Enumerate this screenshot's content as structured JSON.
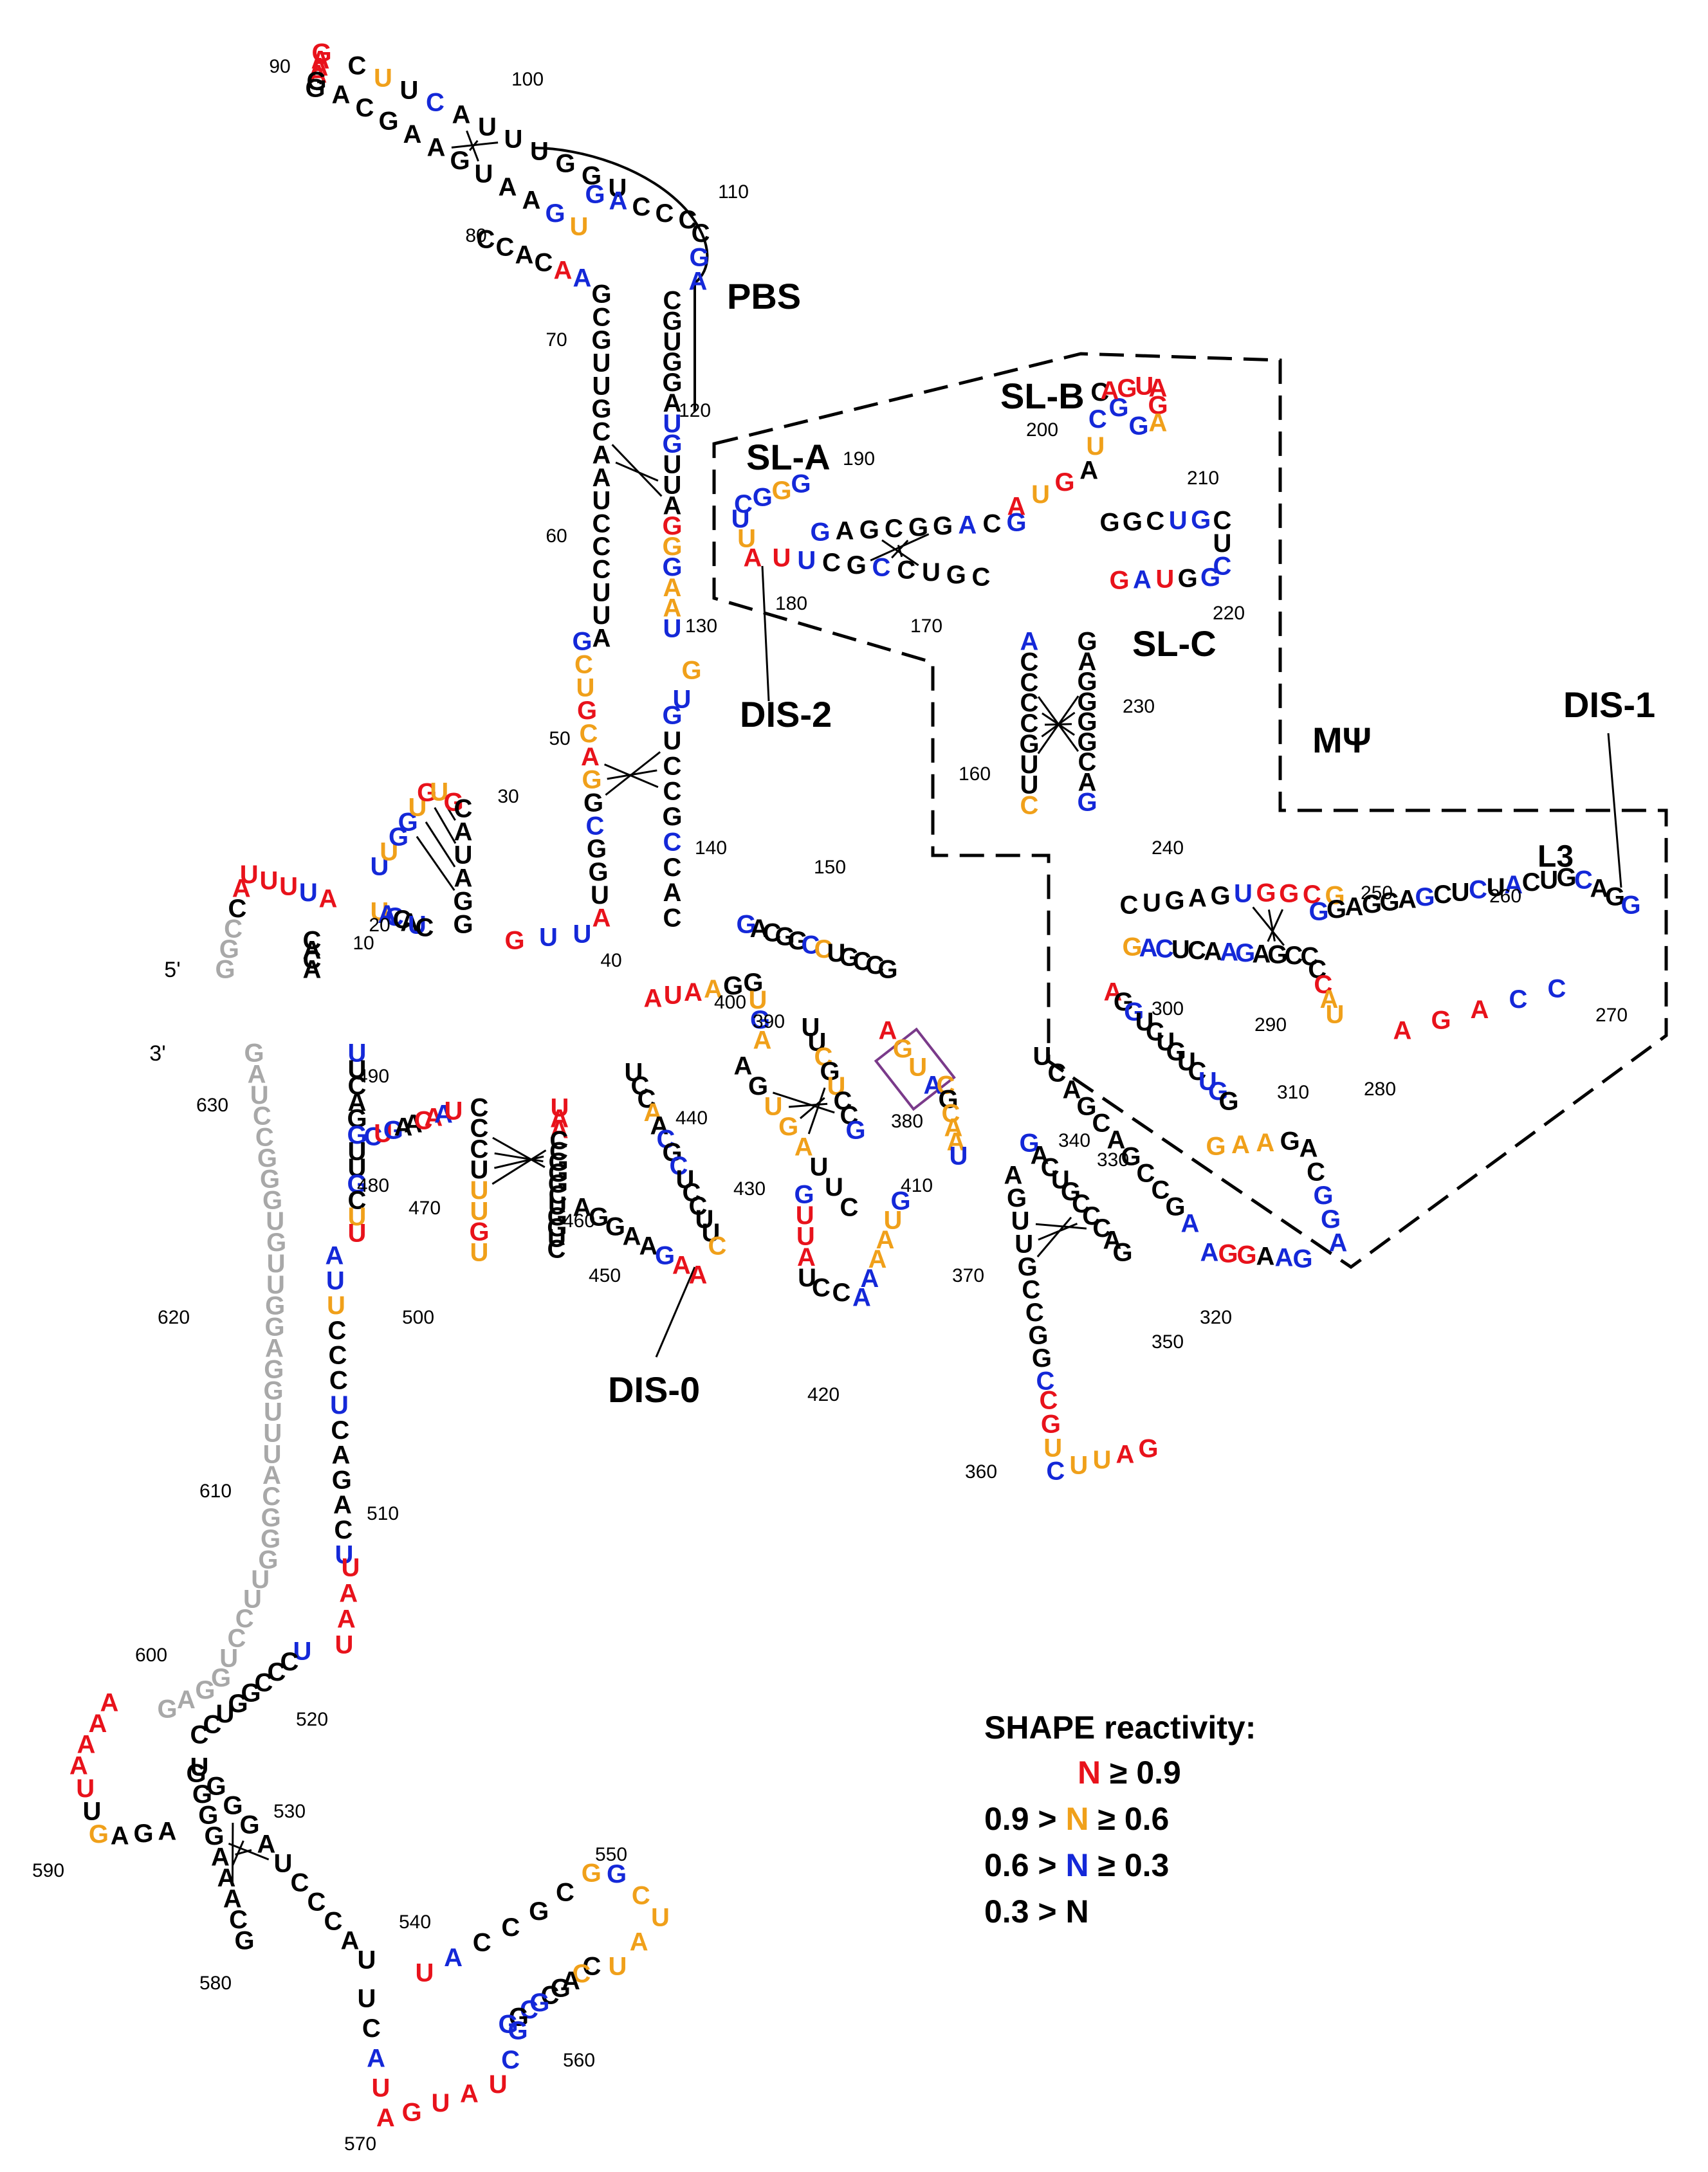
{
  "colors": {
    "high": "#e8121b",
    "medium": "#f0a01a",
    "low": "#1428d8",
    "none": "#000000",
    "unmodeled": "#a8a8a8"
  },
  "ends": {
    "five_prime": "5'",
    "three_prime": "3'"
  },
  "labels": {
    "pbs": "PBS",
    "sl_a": "SL-A",
    "sl_b": "SL-B",
    "sl_c": "SL-C",
    "dis_0": "DIS-0",
    "dis_1": "DIS-1",
    "dis_2": "DIS-2",
    "mpsi": "MΨ",
    "l3": "L3"
  },
  "legend": {
    "title": "SHAPE reactivity:",
    "rows": [
      {
        "prefix": "",
        "letter": "N",
        "suffix": " ≥ 0.9",
        "level": "high"
      },
      {
        "prefix": "0.9 > ",
        "letter": "N",
        "suffix": " ≥ 0.6",
        "level": "medium"
      },
      {
        "prefix": "0.6 > ",
        "letter": "N",
        "suffix": " ≥ 0.3",
        "level": "low"
      },
      {
        "prefix": "0.3 > ",
        "letter": "N",
        "suffix": "",
        "level": "none"
      }
    ]
  },
  "position_labels": [
    "10",
    "20",
    "30",
    "40",
    "50",
    "60",
    "70",
    "80",
    "90",
    "100",
    "110",
    "120",
    "130",
    "140",
    "150",
    "160",
    "170",
    "180",
    "190",
    "200",
    "210",
    "220",
    "230",
    "240",
    "250",
    "260",
    "270",
    "280",
    "290",
    "300",
    "310",
    "320",
    "330",
    "340",
    "350",
    "360",
    "370",
    "380",
    "390",
    "400",
    "410",
    "420",
    "430",
    "440",
    "450",
    "460",
    "470",
    "480",
    "490",
    "500",
    "510",
    "520",
    "530",
    "540",
    "550",
    "560",
    "570",
    "580",
    "590",
    "600",
    "610",
    "620",
    "630"
  ],
  "strands": [
    {
      "id": "tip-90",
      "seq": "GAAAGG",
      "colors": "RRRRKK"
    },
    {
      "id": "tip-100",
      "seq": "CUUCAUUUGGU",
      "colors": "KOKBKKKKKKK"
    },
    {
      "id": "tip-left",
      "seq": "ACGAAGUAAGU",
      "colors": "KKKKKKKKKBO"
    },
    {
      "id": "tip-80",
      "seq": "CCACAA",
      "colors": "KKKKRB"
    },
    {
      "id": "pbs-loop",
      "seq": "GACCCCGA",
      "colors": "BBKKKKBB"
    },
    {
      "id": "stem-70-left",
      "seq": "GCGUUGCAAUCCCUUA",
      "colors": "KKKKKKKKKKKKKKKK"
    },
    {
      "id": "stem-70-right",
      "seq": "CGUGGAUGUUAGGGAAU",
      "colors": "KKKKKKBBKKKROBOOB"
    },
    {
      "id": "loop-130",
      "seq": "GU",
      "colors": "OB"
    },
    {
      "id": "stem-50-left",
      "seq": "GCUGCAGGCGGUA",
      "colors": "BOOROROKBKKKR"
    },
    {
      "id": "stem-50-right",
      "seq": "GUCCGCCAC",
      "colors": "BKKKKBKKK"
    },
    {
      "id": "junction-40",
      "seq": "GUU",
      "colors": "RBB"
    },
    {
      "id": "hp-5prime",
      "seq": "GGCCAUUUUA",
      "colors": "UUUKRRRRBR"
    },
    {
      "id": "hp-10",
      "seq": "CACA",
      "colors": "KKKK"
    },
    {
      "id": "hp-20",
      "seq": "UUGGUGUG",
      "colors": "BOBBOROR"
    },
    {
      "id": "hp-30",
      "seq": "CAUAGG",
      "colors": "KKKKKK"
    },
    {
      "id": "hp-20b",
      "seq": "UACCAUC",
      "colors": "OBBKKBK"
    },
    {
      "id": "sl-a-stem",
      "seq": "GAGCGGACG",
      "colors": "BKKKKKBKB"
    },
    {
      "id": "sl-a-loop",
      "seq": "GGGCUUA",
      "colors": "BOBBBOR"
    },
    {
      "id": "sl-a-lower",
      "seq": "UUCGCCUGC",
      "colors": "RBKKBKKKK"
    },
    {
      "id": "sl-b-loop",
      "seq": "AUGAUCCGG",
      "colors": "RORKOBKBB"
    },
    {
      "id": "sl-b-apex",
      "seq": "AGUAGA",
      "colors": "RRRRRO"
    },
    {
      "id": "sl-c",
      "seq": "GGCUGCUCGGUAG",
      "colors": "KKKBBKKBBKRBR"
    },
    {
      "id": "stem-230-left",
      "seq": "ACCCCGUUC",
      "colors": "BKKKKKKKO"
    },
    {
      "id": "stem-230-right",
      "seq": "GAGGGGCAG",
      "colors": "KKKKKKKKB"
    },
    {
      "id": "l3-stem",
      "seq": "CUGAGUGGCG",
      "colors": "KKKKKBRRRO"
    },
    {
      "id": "l3-loop",
      "seq": "GGAGGAGCUCUACUGCAGG",
      "colors": "BKKKKKBKKBKBKKKBKKB"
    },
    {
      "id": "l3-lower",
      "seq": "GACUCAAGAGCCCCAU",
      "colors": "OBBKKKBBKKKKKROO"
    },
    {
      "id": "stem-280",
      "seq": "AGACC",
      "colors": "RRRBB"
    },
    {
      "id": "stem-300",
      "seq": "AGGUCUGUCUGG",
      "colors": "RKBKKKKKKBBK"
    },
    {
      "id": "loop-310",
      "seq": "GAAGACGGA",
      "colors": "OOOKKKBBB"
    },
    {
      "id": "loop-320",
      "seq": "AGGAAG",
      "colors": "BRRKBB"
    },
    {
      "id": "stem-330",
      "seq": "UCAGCAGCCGA",
      "colors": "KKKKKKKKKKB"
    },
    {
      "id": "stem-340",
      "seq": "GACUGCCCAG",
      "colors": "BKKKKKKKKK"
    },
    {
      "id": "loop-360",
      "seq": "CGUCUUAG",
      "colors": "RROBOORR"
    },
    {
      "id": "stem-370",
      "seq": "AGUUGCCGGC",
      "colors": "KKKKKKKKKB"
    },
    {
      "id": "box-380",
      "seq": "AGUA",
      "colors": "ROOB"
    },
    {
      "id": "stem-380",
      "seq": "CGCAAU",
      "colors": "OKOOOB"
    },
    {
      "id": "stem-390",
      "seq": "GACGGCCUGCCG",
      "colors": "BKKKKBOKKKKK"
    },
    {
      "id": "loop-400",
      "seq": "AUAAGGUGA",
      "colors": "RRROKKOBO"
    },
    {
      "id": "loop-410",
      "seq": "UUCGUCCG",
      "colors": "KKOKOKKB"
    },
    {
      "id": "loop-420",
      "seq": "GUUAUCCAAAAUG",
      "colors": "BRRRKKKBBOOOB"
    },
    {
      "id": "loop-430",
      "seq": "AGUGAUUC",
      "colors": "KKOOOKKK"
    },
    {
      "id": "dis0-stem",
      "seq": "UCCAACGCUCCUUC",
      "colors": "KKKOKBKBKKKKKO"
    },
    {
      "id": "dis0-loop",
      "seq": "AGGAAGAA",
      "colors": "KKKKKBRR"
    },
    {
      "id": "loop-460",
      "seq": "UAACCGGGCUGGUC",
      "colors": "RRRKKKKKKKKKKK"
    },
    {
      "id": "loop-470",
      "seq": "CCCUUUGU",
      "colors": "KKKKOORO"
    },
    {
      "id": "loop-480",
      "seq": "CUGAACAAU",
      "colors": "BRBKKRRBR"
    },
    {
      "id": "stem-490",
      "seq": "UUCAGGUUGCUU",
      "colors": "BKKKKBKKBKOR"
    },
    {
      "id": "stem-500",
      "seq": "AUUCCCUCAGACU",
      "colors": "BBOKKKBKKKKKB"
    },
    {
      "id": "loop-510",
      "seq": "UAAU",
      "colors": "RRRR"
    },
    {
      "id": "stem-520",
      "seq": "UCCCGGUCC",
      "colors": "BKKKKKKKK"
    },
    {
      "id": "stem-530",
      "seq": "UGGGAUCCCAU",
      "colors": "KKKKKKKKKKK"
    },
    {
      "id": "loop-540",
      "seq": "UACCGCGGCUAU",
      "colors": "RBKKKKOBOOOO"
    },
    {
      "id": "loop-560",
      "seq": "CCAGCGCGG",
      "colors": "KOKKKBBKB"
    },
    {
      "id": "loop-570",
      "seq": "UCAUAGUAUCG",
      "colors": "KKBRRRRRRBB"
    },
    {
      "id": "stem-580",
      "seq": "GGGGAAACG",
      "colors": "KKKKKKKKK"
    },
    {
      "id": "loop-590",
      "seq": "AAAAUUGAGA",
      "colors": "RRRRRKOKKK"
    },
    {
      "id": "grey-3prime",
      "seq": "GAUCCGGGUGUUGGAGGUUUACGGGUUCCUGGAG",
      "colors": "UUUUUUUUUUUUUUUUUUUUUUUUUUUUUUUUUU"
    }
  ]
}
